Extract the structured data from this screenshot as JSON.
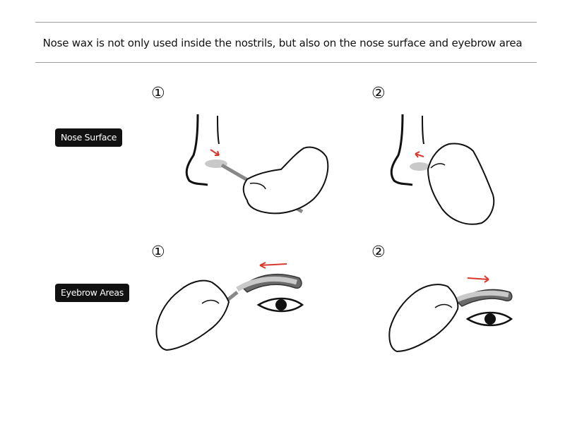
{
  "header": {
    "title": "Nose wax is not only used inside the nostrils, but also on the nose surface and eyebrow area"
  },
  "sections": [
    {
      "label": "Nose Surface",
      "steps": [
        {
          "number": "①"
        },
        {
          "number": "②"
        }
      ]
    },
    {
      "label": "Eyebrow Areas",
      "steps": [
        {
          "number": "①"
        },
        {
          "number": "②"
        }
      ]
    }
  ],
  "colors": {
    "arrow": "#d9382e",
    "wax": "#c9c9c9",
    "outline": "#111111",
    "tag_background": "#111111",
    "tag_text": "#ffffff"
  }
}
